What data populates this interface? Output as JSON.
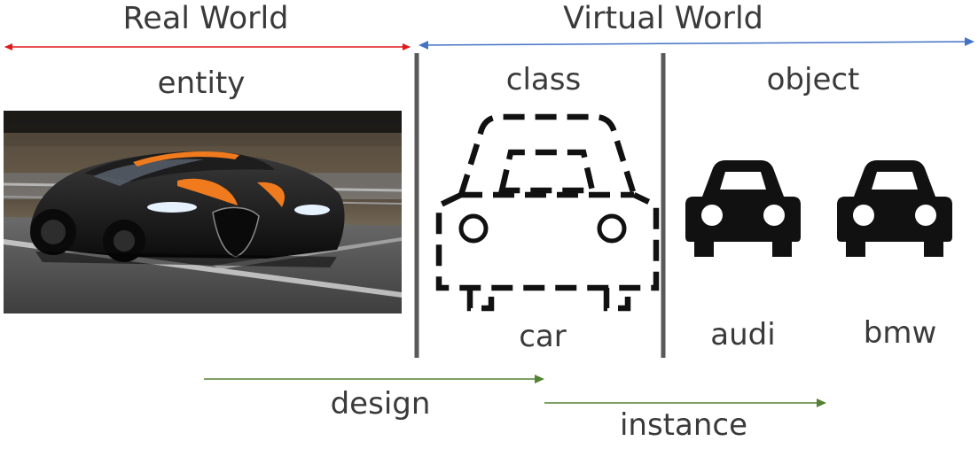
{
  "header": {
    "real_world": "Real World",
    "virtual_world": "Virtual World"
  },
  "columns": {
    "entity": "entity",
    "class": "class",
    "object": "object"
  },
  "names": {
    "car": "car",
    "audi": "audi",
    "bmw": "bmw"
  },
  "relations": {
    "design": "design",
    "instance": "instance"
  },
  "colors": {
    "real_world_arrow": "#e0191b",
    "virtual_world_arrow": "#4472c4",
    "relation_arrow": "#548235",
    "divider": "#595959",
    "text": "#3a3a3a",
    "car_icon": "#111111"
  },
  "icons": {
    "photo": "sports-car-photo",
    "class_template": "dashed-car-outline-icon",
    "object_instance": "car-icon"
  }
}
